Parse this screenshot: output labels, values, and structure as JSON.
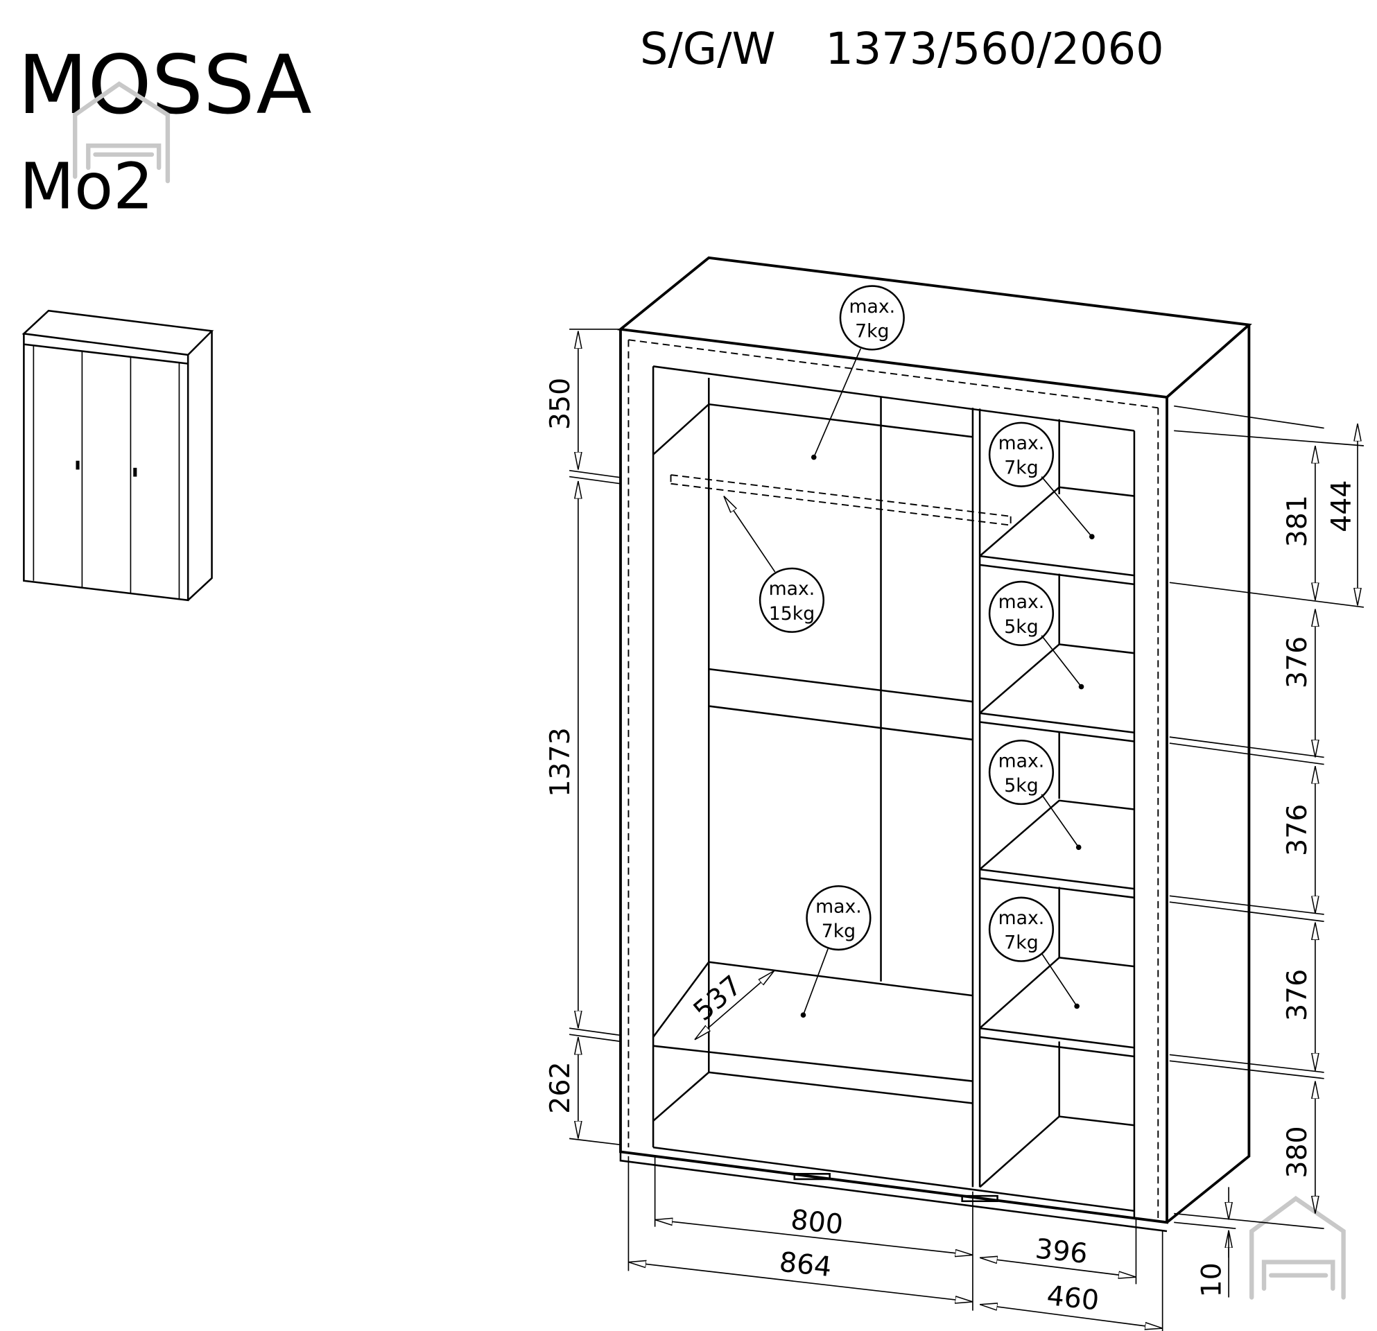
{
  "title": "MOSSA",
  "model": "Mo2",
  "dimensions_header": {
    "label": "S/G/W",
    "value": "1373/560/2060"
  },
  "dimensions": {
    "top_compartment": "350",
    "hanging_height": "1373",
    "bottom_compartment": "262",
    "right_shelf_1": "381",
    "right_top_total": "444",
    "right_shelf_2": "376",
    "right_shelf_3": "376",
    "right_shelf_4": "376",
    "right_shelf_5": "380",
    "plinth": "10",
    "left_inner_width": "800",
    "left_outer_width": "864",
    "right_inner_width": "396",
    "right_outer_width": "460",
    "depth": "537"
  },
  "load_limits": [
    {
      "line1": "max.",
      "line2": "7kg"
    },
    {
      "line1": "max.",
      "line2": "7kg"
    },
    {
      "line1": "max.",
      "line2": "15kg"
    },
    {
      "line1": "max.",
      "line2": "5kg"
    },
    {
      "line1": "max.",
      "line2": "5kg"
    },
    {
      "line1": "max.",
      "line2": "7kg"
    },
    {
      "line1": "max.",
      "line2": "7kg"
    }
  ]
}
